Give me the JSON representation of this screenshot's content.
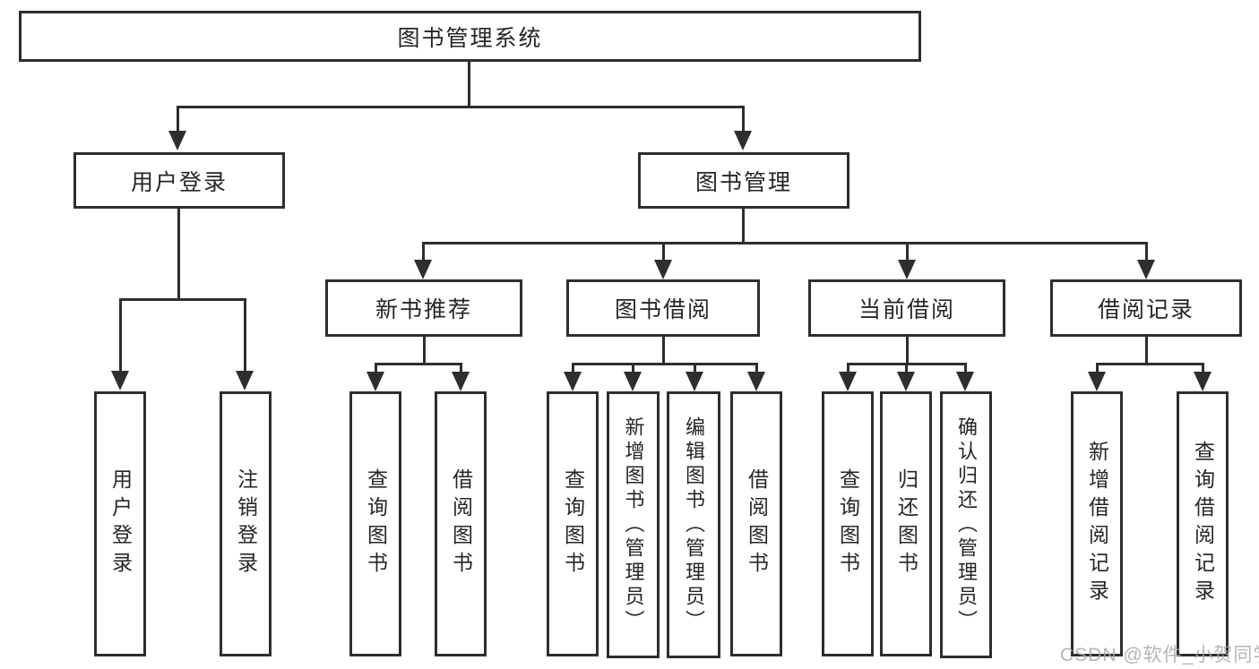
{
  "colors": {
    "line": "#2e2e2e",
    "box_border": "#2e2e2e",
    "text": "#262626",
    "background": "#ffffff",
    "watermark": "#a9a9a9"
  },
  "tree": {
    "label": "图书管理系统",
    "children": [
      {
        "label": "用户登录",
        "children": [
          {
            "label": "用户登录"
          },
          {
            "label": "注销登录"
          }
        ]
      },
      {
        "label": "图书管理",
        "children": [
          {
            "label": "新书推荐",
            "children": [
              {
                "label": "查询图书"
              },
              {
                "label": "借阅图书"
              }
            ]
          },
          {
            "label": "图书借阅",
            "children": [
              {
                "label": "查询图书"
              },
              {
                "label": "新增图书（管理员）"
              },
              {
                "label": "编辑图书（管理员）"
              },
              {
                "label": "借阅图书"
              }
            ]
          },
          {
            "label": "当前借阅",
            "children": [
              {
                "label": "查询图书"
              },
              {
                "label": "归还图书"
              },
              {
                "label": "确认归还（管理员）"
              }
            ]
          },
          {
            "label": "借阅记录",
            "children": [
              {
                "label": "新增借阅记录"
              },
              {
                "label": "查询借阅记录"
              }
            ]
          }
        ]
      }
    ]
  },
  "watermark": {
    "text": "CSDN @软件_小贺同学"
  }
}
